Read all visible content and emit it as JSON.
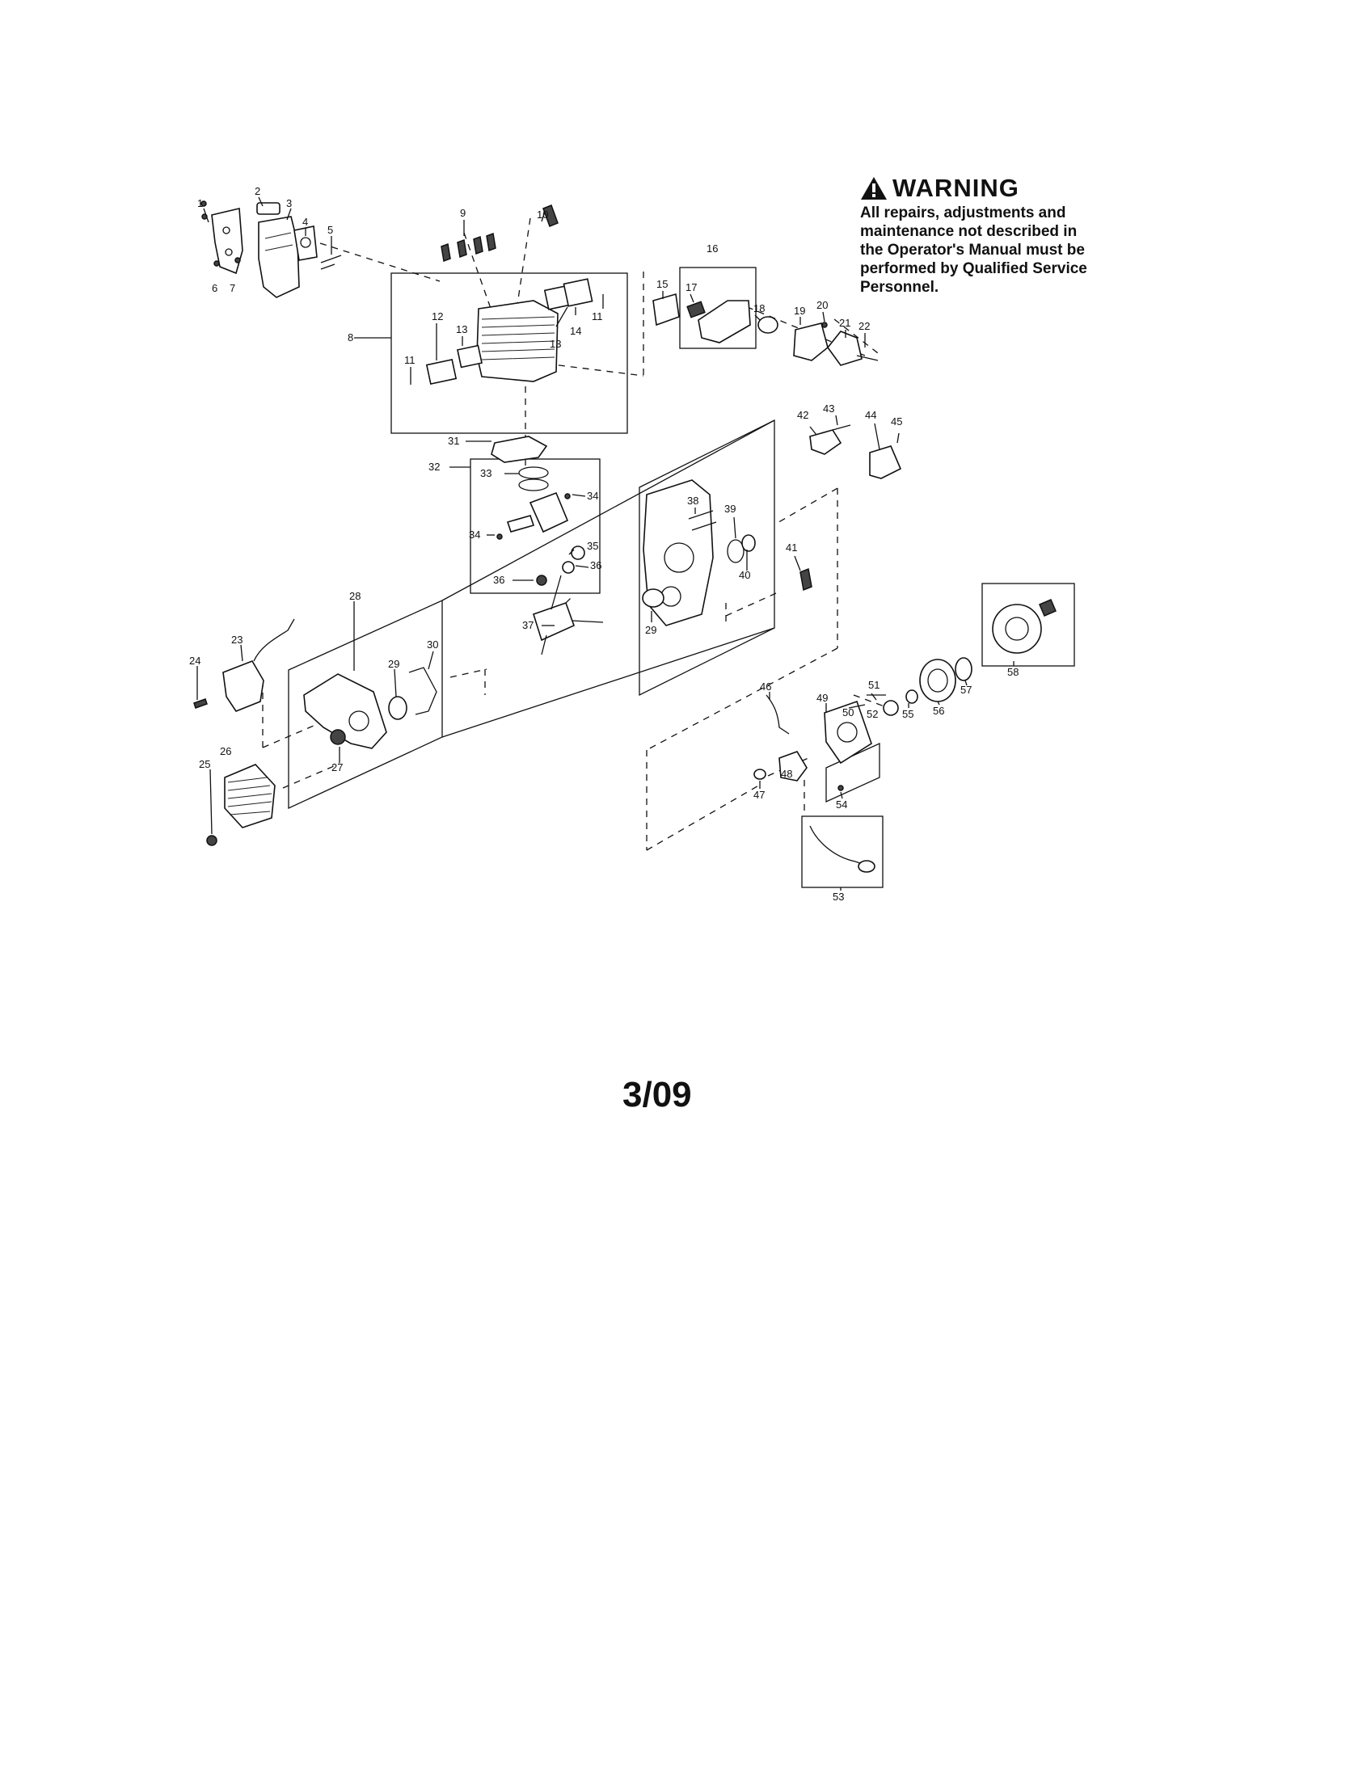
{
  "warning": {
    "icon": "warning-triangle-icon",
    "title": "WARNING",
    "lines": [
      "All repairs, adjustments and",
      "maintenance not described in",
      "the Operator's Manual must be",
      "performed by Qualified Service",
      "Personnel."
    ]
  },
  "footer": {
    "date": "3/09"
  },
  "callouts": [
    {
      "id": "c1",
      "text": "1"
    },
    {
      "id": "c2",
      "text": "2"
    },
    {
      "id": "c3",
      "text": "3"
    },
    {
      "id": "c4",
      "text": "4"
    },
    {
      "id": "c5",
      "text": "5"
    },
    {
      "id": "c6",
      "text": "6"
    },
    {
      "id": "c7",
      "text": "7"
    },
    {
      "id": "c8",
      "text": "8"
    },
    {
      "id": "c9",
      "text": "9"
    },
    {
      "id": "c10",
      "text": "10"
    },
    {
      "id": "c11a",
      "text": "11"
    },
    {
      "id": "c11b",
      "text": "11"
    },
    {
      "id": "c12",
      "text": "12"
    },
    {
      "id": "c13a",
      "text": "13"
    },
    {
      "id": "c13b",
      "text": "13"
    },
    {
      "id": "c14",
      "text": "14"
    },
    {
      "id": "c15",
      "text": "15"
    },
    {
      "id": "c16",
      "text": "16"
    },
    {
      "id": "c17",
      "text": "17"
    },
    {
      "id": "c18",
      "text": "18"
    },
    {
      "id": "c19",
      "text": "19"
    },
    {
      "id": "c20",
      "text": "20"
    },
    {
      "id": "c21",
      "text": "21"
    },
    {
      "id": "c22",
      "text": "22"
    },
    {
      "id": "c23",
      "text": "23"
    },
    {
      "id": "c24",
      "text": "24"
    },
    {
      "id": "c25",
      "text": "25"
    },
    {
      "id": "c26",
      "text": "26"
    },
    {
      "id": "c27",
      "text": "27"
    },
    {
      "id": "c28",
      "text": "28"
    },
    {
      "id": "c29a",
      "text": "29"
    },
    {
      "id": "c29b",
      "text": "29"
    },
    {
      "id": "c30",
      "text": "30"
    },
    {
      "id": "c31",
      "text": "31"
    },
    {
      "id": "c32",
      "text": "32"
    },
    {
      "id": "c33",
      "text": "33"
    },
    {
      "id": "c34a",
      "text": "34"
    },
    {
      "id": "c34b",
      "text": "34"
    },
    {
      "id": "c35",
      "text": "35"
    },
    {
      "id": "c36a",
      "text": "36"
    },
    {
      "id": "c36b",
      "text": "36"
    },
    {
      "id": "c37",
      "text": "37"
    },
    {
      "id": "c38",
      "text": "38"
    },
    {
      "id": "c39",
      "text": "39"
    },
    {
      "id": "c40",
      "text": "40"
    },
    {
      "id": "c41",
      "text": "41"
    },
    {
      "id": "c42",
      "text": "42"
    },
    {
      "id": "c43",
      "text": "43"
    },
    {
      "id": "c44",
      "text": "44"
    },
    {
      "id": "c45",
      "text": "45"
    },
    {
      "id": "c46",
      "text": "46"
    },
    {
      "id": "c47",
      "text": "47"
    },
    {
      "id": "c48",
      "text": "48"
    },
    {
      "id": "c49",
      "text": "49"
    },
    {
      "id": "c50",
      "text": "50"
    },
    {
      "id": "c51",
      "text": "51"
    },
    {
      "id": "c52",
      "text": "52"
    },
    {
      "id": "c53",
      "text": "53"
    },
    {
      "id": "c54",
      "text": "54"
    },
    {
      "id": "c55",
      "text": "55"
    },
    {
      "id": "c56",
      "text": "56"
    },
    {
      "id": "c57",
      "text": "57"
    },
    {
      "id": "c58",
      "text": "58"
    }
  ]
}
